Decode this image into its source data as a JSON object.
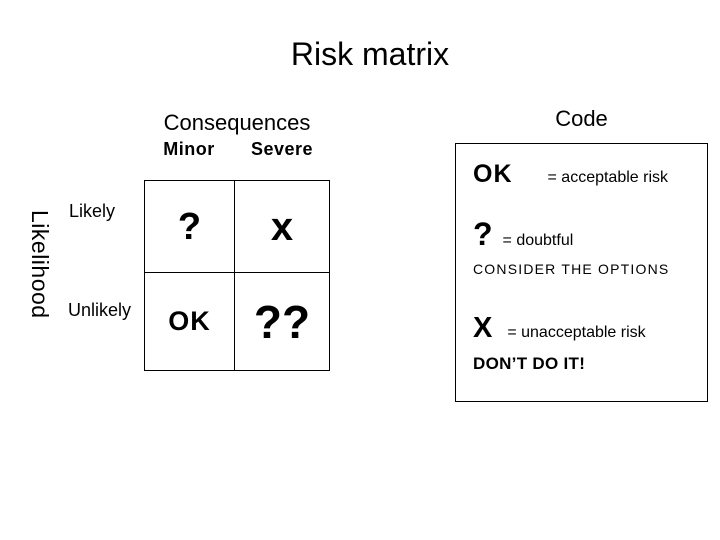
{
  "slide": {
    "title": "Risk matrix",
    "matrix": {
      "columns_title": "Consequences",
      "rows_title": "Likelihood",
      "column_headers": [
        "Minor",
        "Severe"
      ],
      "row_headers": [
        "Likely",
        "Unlikely"
      ],
      "cells": [
        [
          "?",
          "x"
        ],
        [
          "OK",
          "??"
        ]
      ]
    },
    "legend": {
      "heading": "Code",
      "entries": [
        {
          "symbol": "OK",
          "meaning": "= acceptable risk",
          "note": ""
        },
        {
          "symbol": "?",
          "meaning": "= doubtful",
          "note": "CONSIDER THE OPTIONS"
        },
        {
          "symbol": "X",
          "meaning": "= unacceptable risk",
          "note": "DON’T DO IT!"
        }
      ]
    },
    "colors": {
      "background": "#ffffff",
      "text": "#000000",
      "line": "#000000"
    }
  }
}
